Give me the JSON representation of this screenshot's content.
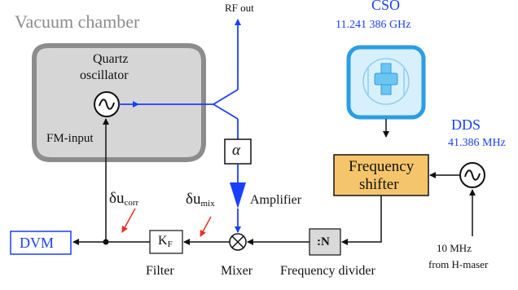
{
  "colors": {
    "signal_blue": "#1a3fff",
    "signal_black": "#111111",
    "chamber_gray": "#8c8c8c",
    "chamber_fill": "#d6d6d6",
    "shifter_fill": "#f5c56b",
    "divider_fill": "#d9d9d9",
    "cso_ring": "#2b9de6",
    "cso_fill": "#d8f0fb",
    "correction_arrow": "#e53020"
  },
  "labels": {
    "vacuum_chamber": "Vacuum chamber",
    "quartz_line1": "Quartz",
    "quartz_line2": "oscillator",
    "fm_input": "FM-input",
    "rf_out": "RF out",
    "cso_title": "CSO",
    "cso_freq": "11.241 386 GHz",
    "dds_title": "DDS",
    "dds_freq": "41.386 MHz",
    "freq_shifter_line1": "Frequency",
    "freq_shifter_line2": "shifter",
    "alpha": "α",
    "amplifier": "Amplifier",
    "du_corr_main": "δu",
    "du_corr_sub": "corr",
    "du_mix_main": "δu",
    "du_mix_sub": "mix",
    "kf_main": "K",
    "kf_sub": "F",
    "divider_box": ":N",
    "dvm": "DVM",
    "filter": "Filter",
    "mixer": "Mixer",
    "frequency_divider": "Frequency divider",
    "ref_line1": "10  MHz",
    "ref_line2": "from H-maser"
  },
  "icons": {
    "oscillator": "sine-wave-icon",
    "dds_source": "sine-wave-icon",
    "mixer": "mixer-cross-icon",
    "amplifier": "triangle-amplifier-icon",
    "cso_resonator": "sapphire-resonator-icon"
  }
}
